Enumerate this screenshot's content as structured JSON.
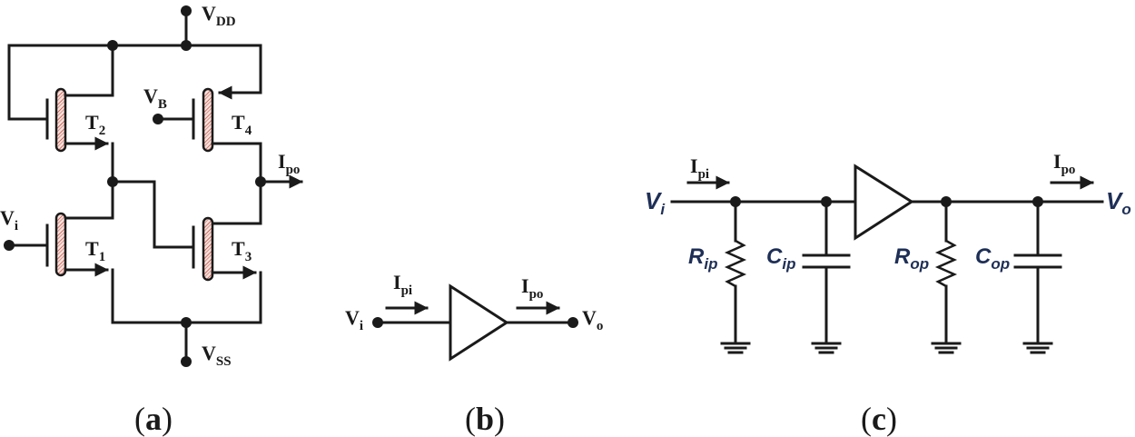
{
  "panel_a": {
    "vdd": "V",
    "vdd_sub": "DD",
    "vss": "V",
    "vss_sub": "SS",
    "vb": "V",
    "vb_sub": "B",
    "vi": "V",
    "vi_sub": "i",
    "ipo": "I",
    "ipo_sub": "po",
    "t1": "T",
    "t1_sub": "1",
    "t2": "T",
    "t2_sub": "2",
    "t3": "T",
    "t3_sub": "3",
    "t4": "T",
    "t4_sub": "4",
    "caption_open": "(",
    "caption_letter": "a",
    "caption_close": ")"
  },
  "panel_b": {
    "vi": "V",
    "vi_sub": "i",
    "vo": "V",
    "vo_sub": "o",
    "ipi": "I",
    "ipi_sub": "pi",
    "ipo": "I",
    "ipo_sub": "po",
    "caption_open": "(",
    "caption_letter": "b",
    "caption_close": ")"
  },
  "panel_c": {
    "vi": "V",
    "vi_sub": "i",
    "vo": "V",
    "vo_sub": "o",
    "ipi": "I",
    "ipi_sub": "pi",
    "ipo": "I",
    "ipo_sub": "po",
    "rip": "R",
    "rip_sub": "ip",
    "cip": "C",
    "cip_sub": "ip",
    "rop": "R",
    "rop_sub": "op",
    "cop": "C",
    "cop_sub": "op",
    "caption_open": "(",
    "caption_letter": "c",
    "caption_close": ")"
  },
  "colors": {
    "wire": "#1a1a1a",
    "label_blue": "#1e2f57",
    "gate_hatch": "#c0392b"
  }
}
